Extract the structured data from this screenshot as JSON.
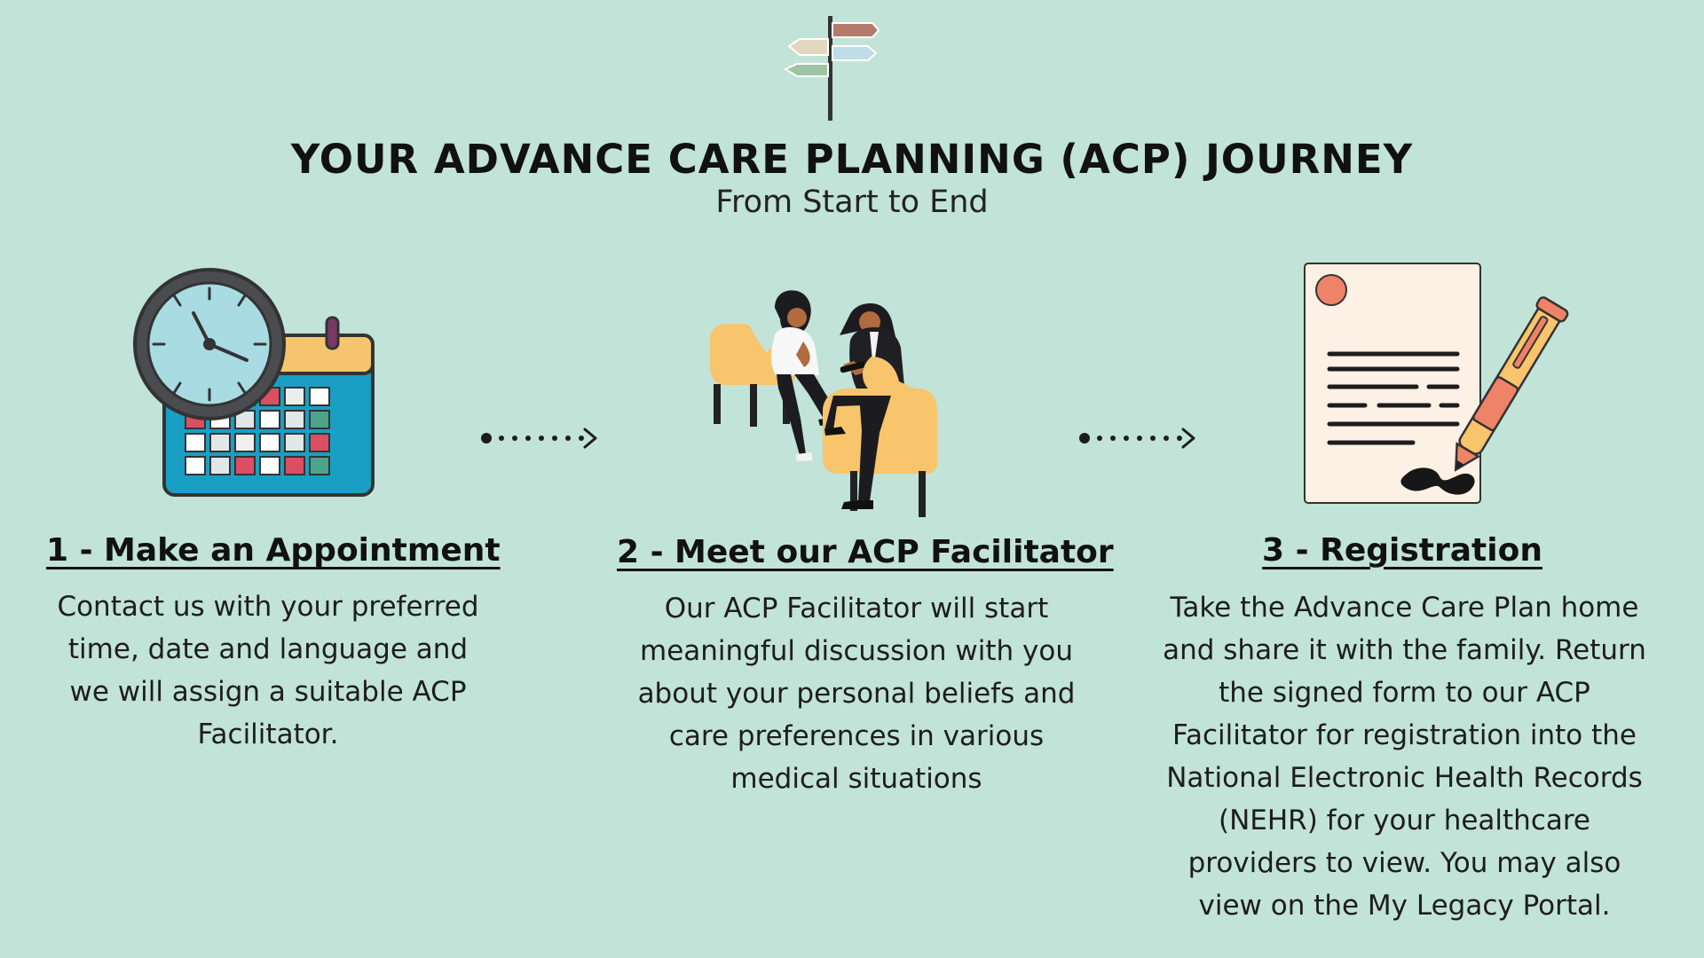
{
  "header": {
    "title": "YOUR ADVANCE CARE PLANNING (ACP) JOURNEY",
    "subtitle": "From Start to End"
  },
  "steps": [
    {
      "heading": "1 - Make an Appointment",
      "description": "Contact us with your preferred time, date and language and we will assign a suitable ACP Facilitator.",
      "icon": "clock-calendar-icon"
    },
    {
      "heading": "2 - Meet our ACP Facilitator",
      "description": "Our ACP Facilitator will start meaningful discussion with you about your personal beliefs and care preferences in various medical situations",
      "icon": "two-people-discussion-icon"
    },
    {
      "heading": "3 - Registration",
      "description": "Take the Advance Care Plan home and share it with the family. Return the signed form to our ACP Facilitator for registration into the National Electronic Health Records (NEHR) for your healthcare providers to view.  You may also view on the My Legacy Portal.",
      "icon": "signed-document-pen-icon"
    }
  ],
  "colors": {
    "background": "#c2e3d8",
    "text": "#151515",
    "accent_yellow": "#f8c46c",
    "accent_coral": "#ef8367",
    "accent_blue": "#35a4c9",
    "accent_green": "#4da38a"
  }
}
